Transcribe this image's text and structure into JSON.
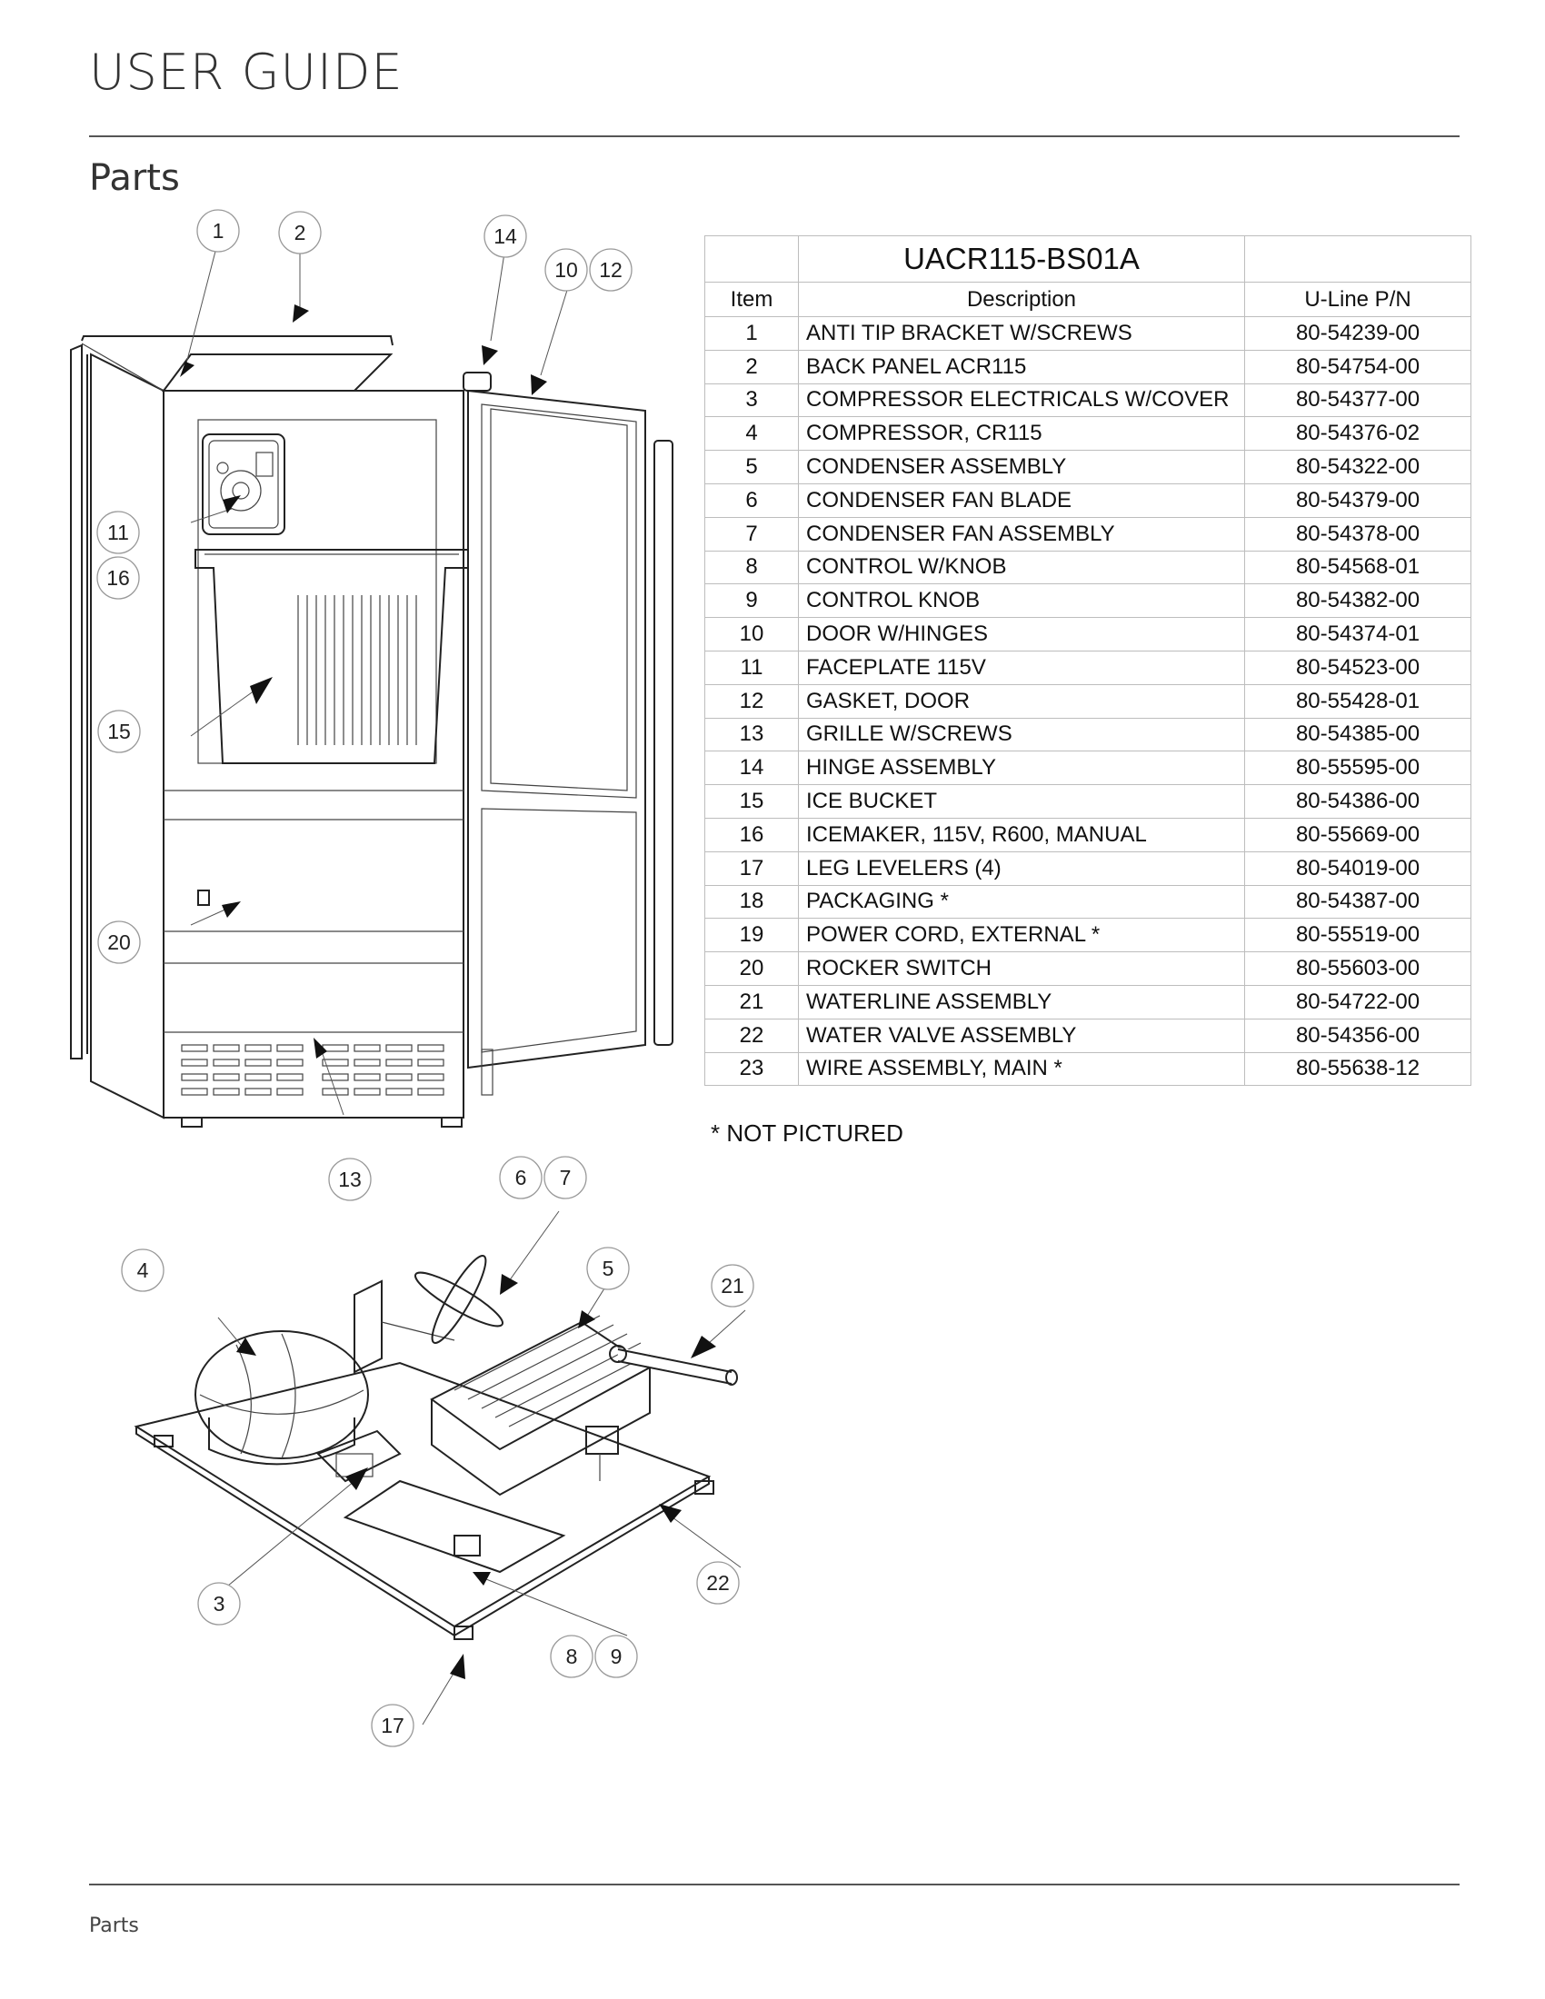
{
  "header": {
    "title": "USER GUIDE"
  },
  "section": {
    "title": "Parts"
  },
  "footer": {
    "label": "Parts"
  },
  "table": {
    "model": "UACR115-BS01A",
    "columns": [
      "Item",
      "Description",
      "U-Line P/N"
    ],
    "rows": [
      {
        "item": "1",
        "description": "ANTI TIP BRACKET W/SCREWS",
        "pn": "80-54239-00"
      },
      {
        "item": "2",
        "description": "BACK PANEL ACR115",
        "pn": "80-54754-00"
      },
      {
        "item": "3",
        "description": "COMPRESSOR ELECTRICALS W/COVER",
        "pn": "80-54377-00"
      },
      {
        "item": "4",
        "description": "COMPRESSOR, CR115",
        "pn": "80-54376-02"
      },
      {
        "item": "5",
        "description": "CONDENSER ASSEMBLY",
        "pn": "80-54322-00"
      },
      {
        "item": "6",
        "description": "CONDENSER FAN BLADE",
        "pn": "80-54379-00"
      },
      {
        "item": "7",
        "description": "CONDENSER FAN ASSEMBLY",
        "pn": "80-54378-00"
      },
      {
        "item": "8",
        "description": "CONTROL W/KNOB",
        "pn": "80-54568-01"
      },
      {
        "item": "9",
        "description": "CONTROL KNOB",
        "pn": "80-54382-00"
      },
      {
        "item": "10",
        "description": "DOOR W/HINGES",
        "pn": "80-54374-01"
      },
      {
        "item": "11",
        "description": "FACEPLATE 115V",
        "pn": "80-54523-00"
      },
      {
        "item": "12",
        "description": "GASKET, DOOR",
        "pn": "80-55428-01"
      },
      {
        "item": "13",
        "description": "GRILLE W/SCREWS",
        "pn": "80-54385-00"
      },
      {
        "item": "14",
        "description": "HINGE ASSEMBLY",
        "pn": "80-55595-00"
      },
      {
        "item": "15",
        "description": "ICE BUCKET",
        "pn": "80-54386-00"
      },
      {
        "item": "16",
        "description": "ICEMAKER, 115V, R600, MANUAL",
        "pn": "80-55669-00"
      },
      {
        "item": "17",
        "description": "LEG LEVELERS (4)",
        "pn": "80-54019-00"
      },
      {
        "item": "18",
        "description": "PACKAGING *",
        "pn": "80-54387-00"
      },
      {
        "item": "19",
        "description": "POWER CORD, EXTERNAL *",
        "pn": "80-55519-00"
      },
      {
        "item": "20",
        "description": "ROCKER SWITCH",
        "pn": "80-55603-00"
      },
      {
        "item": "21",
        "description": "WATERLINE ASSEMBLY",
        "pn": "80-54722-00"
      },
      {
        "item": "22",
        "description": "WATER VALVE ASSEMBLY",
        "pn": "80-54356-00"
      },
      {
        "item": "23",
        "description": "WIRE ASSEMBLY, MAIN *",
        "pn": "80-55638-12"
      }
    ],
    "note": "* NOT PICTURED"
  },
  "callouts": [
    "1",
    "2",
    "14",
    "10",
    "12",
    "11",
    "16",
    "15",
    "20",
    "13",
    "6",
    "7",
    "4",
    "5",
    "21",
    "3",
    "22",
    "8",
    "9",
    "17"
  ]
}
